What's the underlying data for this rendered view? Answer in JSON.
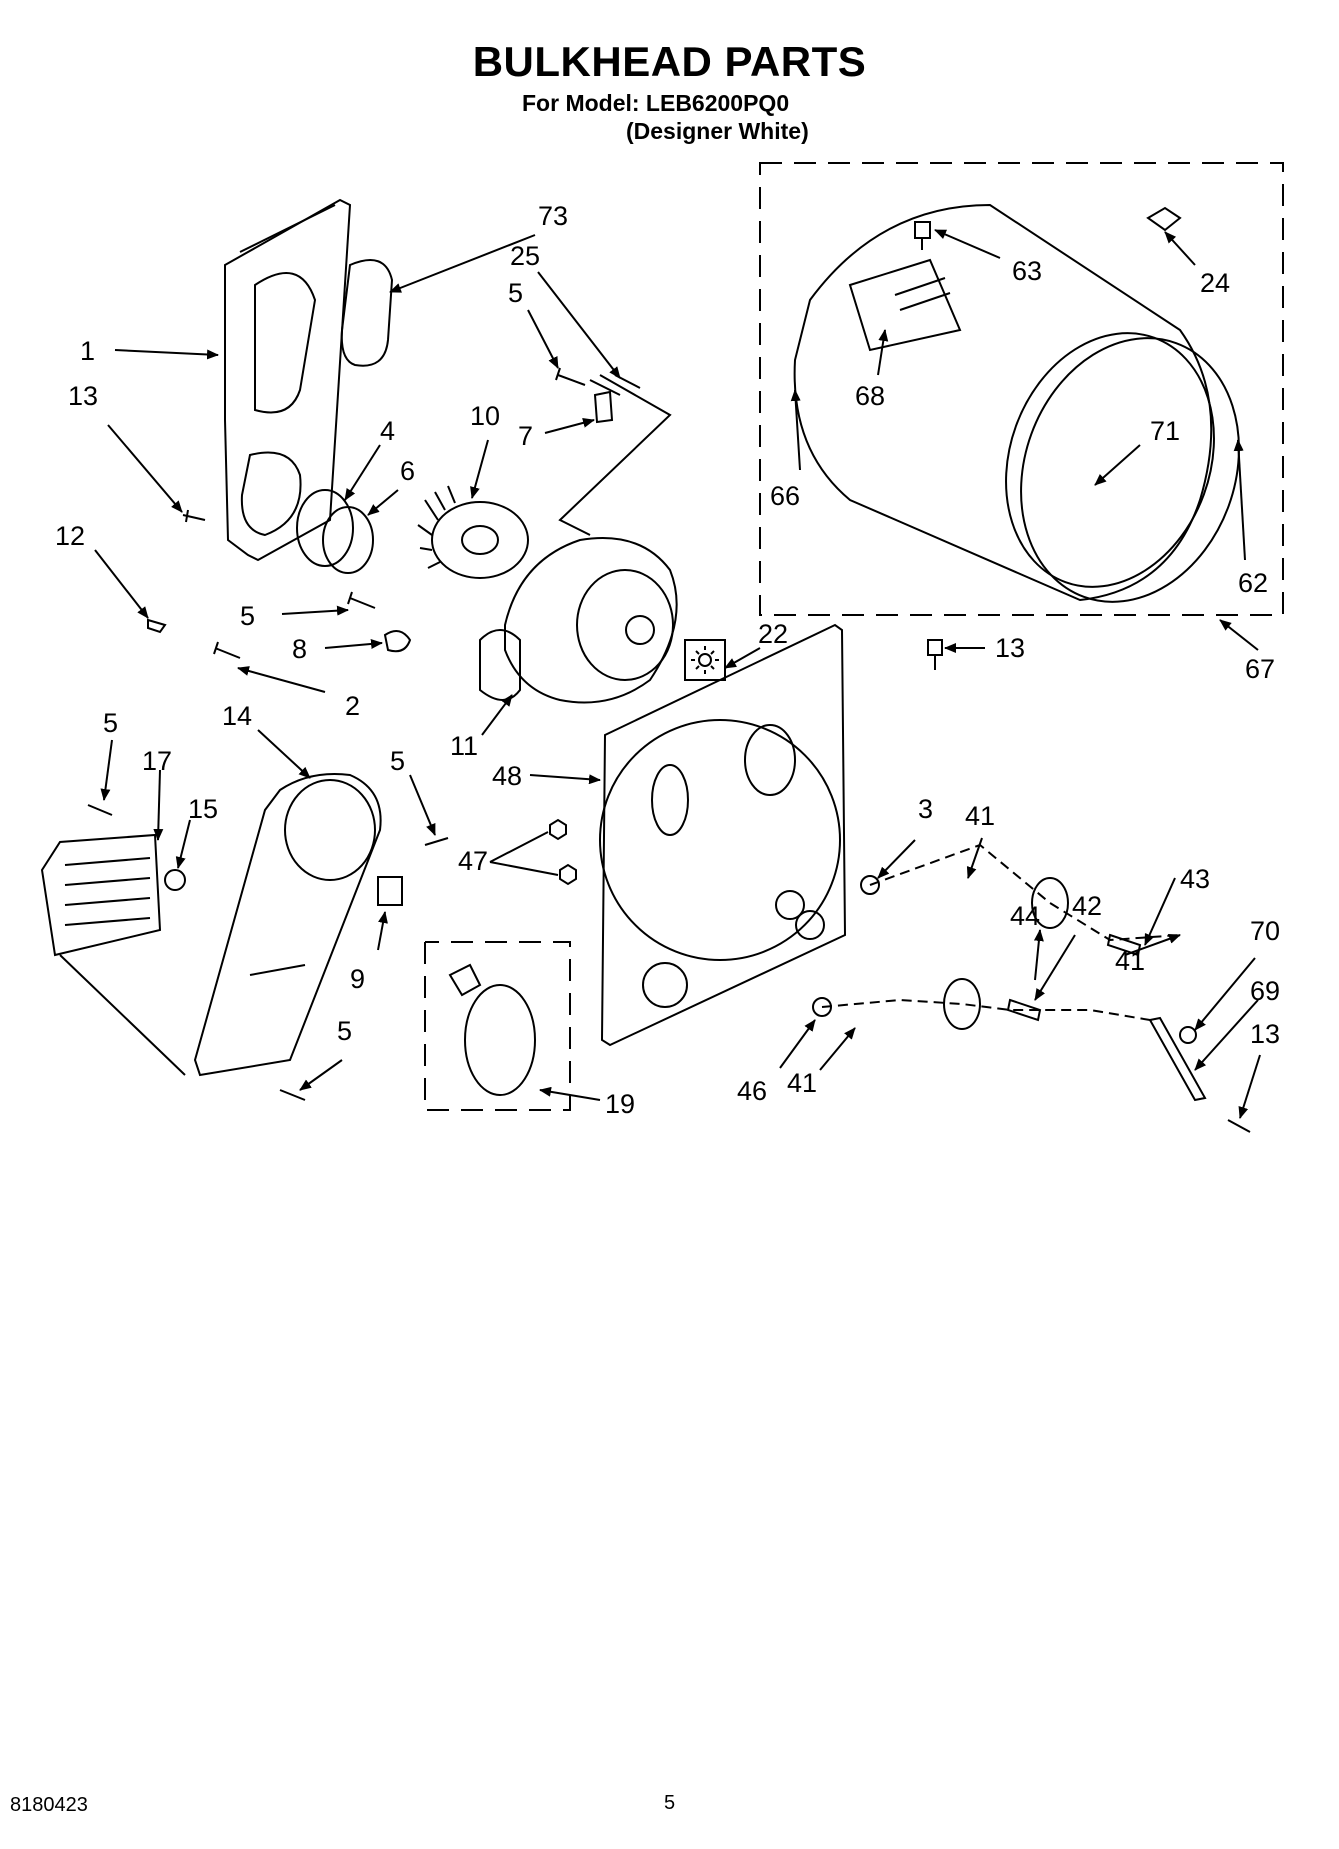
{
  "header": {
    "title": "BULKHEAD PARTS",
    "model_line": "For Model: LEB6200PQ0",
    "color_line": "(Designer White)"
  },
  "footer": {
    "doc_number": "8180423",
    "page_number": "5"
  },
  "callouts": [
    "1",
    "13",
    "12",
    "5",
    "8",
    "2",
    "4",
    "6",
    "73",
    "25",
    "5",
    "7",
    "10",
    "11",
    "22",
    "13",
    "63",
    "24",
    "68",
    "66",
    "71",
    "62",
    "67",
    "14",
    "5",
    "17",
    "15",
    "5",
    "47",
    "48",
    "9",
    "5",
    "19",
    "3",
    "41",
    "43",
    "44",
    "42",
    "41",
    "70",
    "69",
    "13",
    "46",
    "41"
  ]
}
